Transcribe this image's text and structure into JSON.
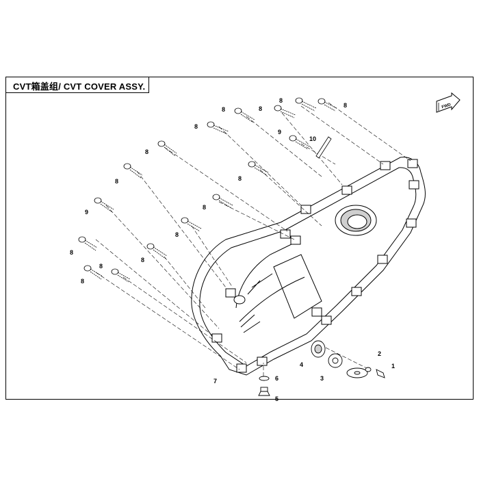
{
  "title": "CVT箱盖组/ CVT COVER ASSY.",
  "fwd_label": "FWD",
  "colors": {
    "line": "#000000",
    "part_fill": "#ffffff",
    "shade": "#cfcfcf"
  },
  "callouts": [
    {
      "id": "c1",
      "label": "1"
    },
    {
      "id": "c2",
      "label": "2"
    },
    {
      "id": "c3",
      "label": "3"
    },
    {
      "id": "c4",
      "label": "4"
    },
    {
      "id": "c5",
      "label": "5"
    },
    {
      "id": "c6",
      "label": "6"
    },
    {
      "id": "c7",
      "label": "7"
    },
    {
      "id": "c8a",
      "label": "8"
    },
    {
      "id": "c8b",
      "label": "8"
    },
    {
      "id": "c8c",
      "label": "8"
    },
    {
      "id": "c8d",
      "label": "8"
    },
    {
      "id": "c8e",
      "label": "8"
    },
    {
      "id": "c8f",
      "label": "8"
    },
    {
      "id": "c8g",
      "label": "8"
    },
    {
      "id": "c8h",
      "label": "8"
    },
    {
      "id": "c8i",
      "label": "8"
    },
    {
      "id": "c8j",
      "label": "8"
    },
    {
      "id": "c8k",
      "label": "8"
    },
    {
      "id": "c8l",
      "label": "8"
    },
    {
      "id": "c8m",
      "label": "8"
    },
    {
      "id": "c8n",
      "label": "8"
    },
    {
      "id": "c9a",
      "label": "9"
    },
    {
      "id": "c9b",
      "label": "9"
    },
    {
      "id": "c10",
      "label": "10"
    }
  ]
}
